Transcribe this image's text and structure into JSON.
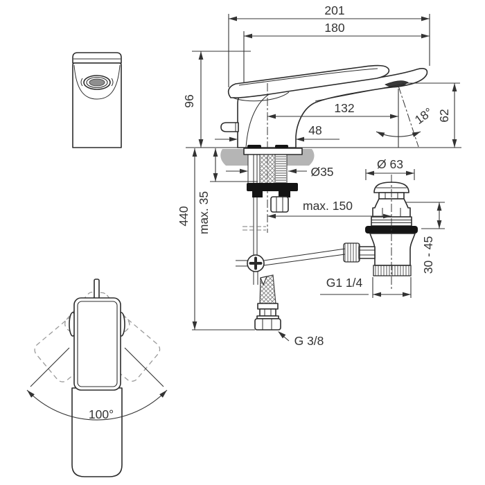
{
  "drawing": {
    "type": "faucet-installation-dimension-drawing",
    "labels": {
      "width_total": "201",
      "width_spout": "180",
      "height_body": "96",
      "reach_spout": "132",
      "depth_base": "48",
      "angle_spout": "18°",
      "height_outlet": "62",
      "dia_shank": "Ø35",
      "dia_waste_cap": "Ø 63",
      "deck_thickness_max": "max. 35",
      "height_total": "440",
      "rod_reach_max": "max. 150",
      "waste_height_range": "30 - 45",
      "thread_waste": "G1 1/4",
      "thread_hose": "G 3/8",
      "angle_swivel": "100°"
    },
    "colors": {
      "line": "#2b2b2b",
      "dim": "#333333",
      "counter": "#b5b5b5",
      "black": "#141414",
      "dashed": "#9a9a9a",
      "aerator": "#8f8f8f"
    }
  }
}
